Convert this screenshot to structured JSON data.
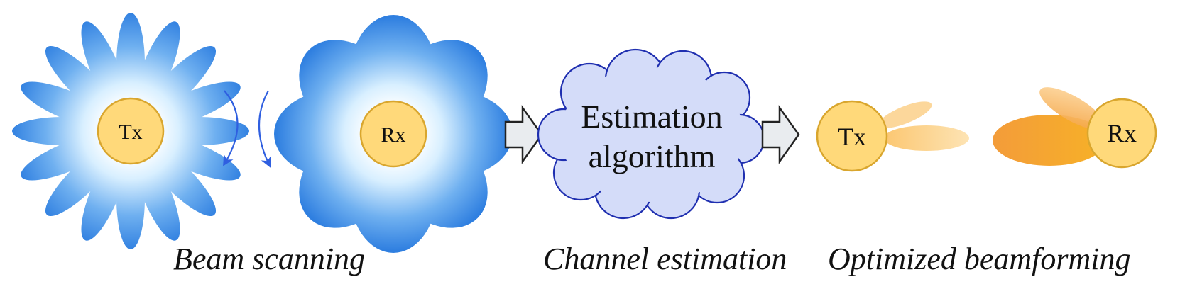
{
  "stage1": {
    "tx_label": "Tx",
    "rx_label": "Rx",
    "caption": "Beam scanning"
  },
  "stage2": {
    "cloud_line1": "Estimation",
    "cloud_line2": "algorithm",
    "caption": "Channel estimation"
  },
  "stage3": {
    "tx_label": "Tx",
    "rx_label": "Rx",
    "caption": "Optimized beamforming"
  },
  "colors": {
    "beam_blue": "#2f7fe0",
    "beam_light": "#e6f4ff",
    "node_fill": "#ffd97a",
    "node_stroke": "#d9a62e",
    "cloud_fill": "#d4dcf9",
    "cloud_stroke": "#1f2fb0",
    "beam_orange": "#f39c2f",
    "beam_orange_light": "#fbd08a",
    "arrow_fill": "#e9ecef"
  }
}
